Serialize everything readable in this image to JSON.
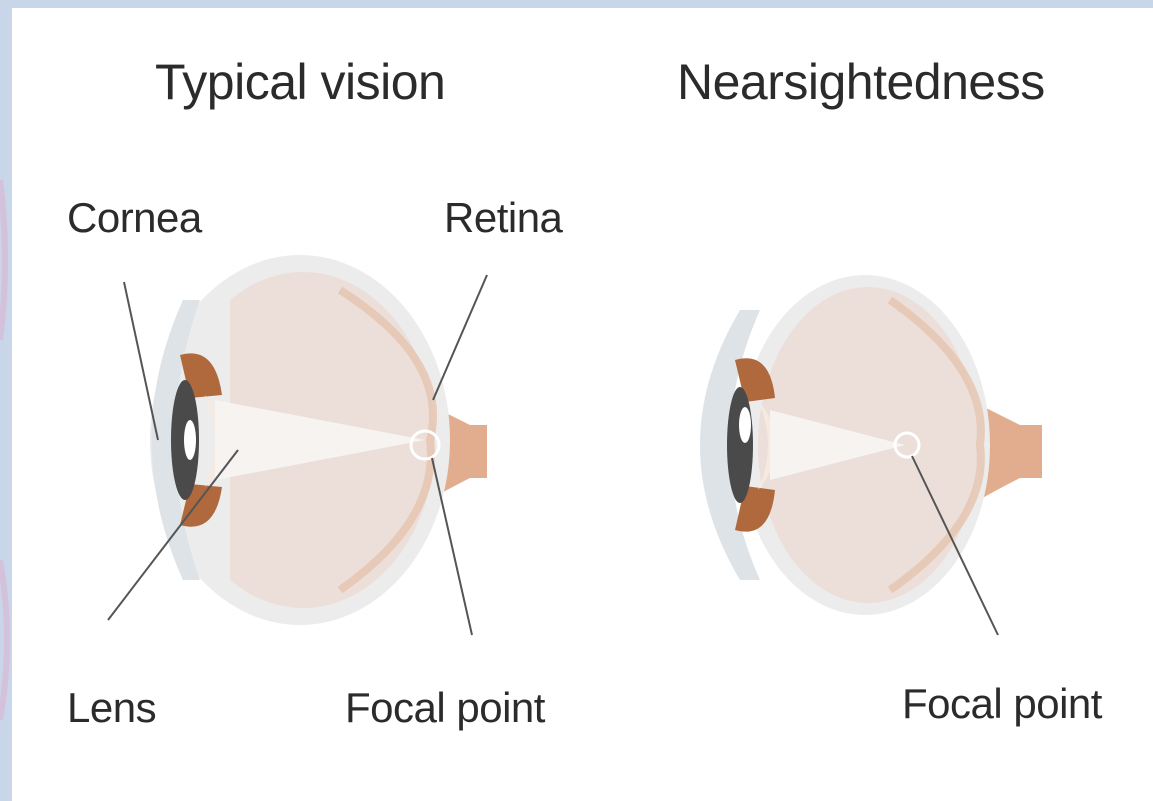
{
  "colors": {
    "page_background": "#c9d6ea",
    "card": "#ffffff",
    "sclera": "#ececec",
    "eyeball": "#ecdfda",
    "iris": "#b0693d",
    "pupil": "#4a4a4a",
    "cornea": "#dde3e7",
    "optic_nerve": "#e2ad8f",
    "leader_line": "#555555",
    "text": "#2b2b2b"
  },
  "panels": {
    "typical": {
      "heading": "Typical vision",
      "labels": {
        "cornea": "Cornea",
        "retina": "Retina",
        "lens": "Lens",
        "focal_point": "Focal point"
      }
    },
    "nearsighted": {
      "heading": "Nearsightedness",
      "labels": {
        "focal_point": "Focal point"
      }
    }
  }
}
